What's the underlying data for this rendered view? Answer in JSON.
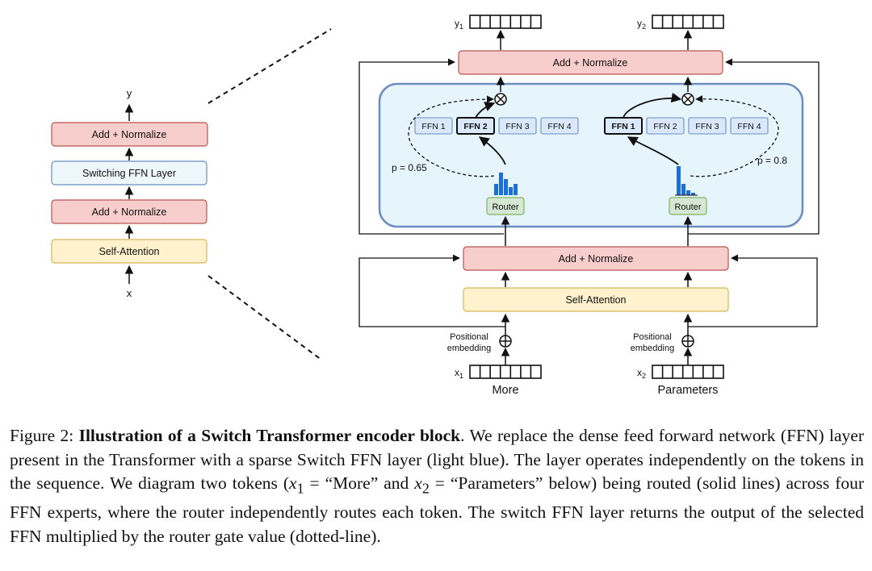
{
  "left_stack": {
    "output_label": "y",
    "add_norm_top": "Add + Normalize",
    "switching_ffn": "Switching FFN Layer",
    "add_norm_bottom": "Add + Normalize",
    "self_attention": "Self-Attention",
    "input_label": "x"
  },
  "right_block": {
    "add_norm_top": "Add + Normalize",
    "add_norm_bottom": "Add + Normalize",
    "self_attention": "Self-Attention",
    "router_label": "Router",
    "ffn_labels": [
      "FFN 1",
      "FFN 2",
      "FFN 3",
      "FFN 4"
    ],
    "token1": {
      "output_label": "y1",
      "input_label": "x1",
      "word": "More",
      "prob_label": "p = 0.65",
      "selected_expert": 2,
      "positional": [
        "Positional",
        "embedding"
      ]
    },
    "token2": {
      "output_label": "y2",
      "input_label": "x2",
      "word": "Parameters",
      "prob_label": "p = 0.8",
      "selected_expert": 1,
      "positional": [
        "Positional",
        "embedding"
      ]
    }
  },
  "caption": {
    "figure_label": "Figure 2:",
    "bold_title": "Illustration of a Switch Transformer encoder block",
    "part1": ". We replace the dense feed forward network (FFN) layer present in the Transformer with a sparse Switch FFN layer (light blue). The layer operates independently on the tokens in the sequence. We diagram two tokens (",
    "x1_math": "x",
    "x1_sub": "1",
    "eq1": " = “More” and ",
    "x2_math": "x",
    "x2_sub": "2",
    "eq2": " = “Parameters” below) being routed (solid lines) across four FFN experts, where the router independently routes each token. The switch FFN layer returns the output of the selected FFN multiplied by the router gate value (dotted-line)."
  },
  "colors": {
    "red_fill": "#f8cecc",
    "red_stroke": "#b85450",
    "yellow_fill": "#fff2cc",
    "yellow_stroke": "#d6b656",
    "blue_fill": "#e6f4fb",
    "blue_stroke": "#6c8ebf",
    "ffn_fill": "#dae8fc",
    "router_fill": "#d5e8d4",
    "router_stroke": "#82b366",
    "bar_fill": "#1c6fd6"
  }
}
